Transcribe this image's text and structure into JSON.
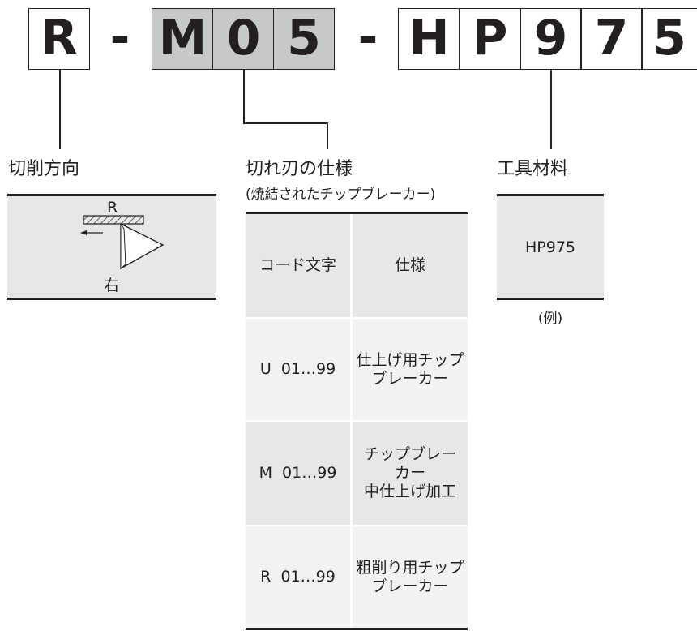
{
  "code": {
    "chars": [
      "R",
      "M",
      "0",
      "5",
      "H",
      "P",
      "9",
      "7",
      "5"
    ],
    "separator": "-"
  },
  "direction": {
    "title": "切削方向",
    "label_top": "R",
    "label_bottom": "右"
  },
  "edge_spec": {
    "title": "切れ刃の仕様",
    "subtitle": "(焼結されたチップブレーカー)",
    "table": {
      "headers": [
        "コード文字",
        "仕様"
      ],
      "rows": [
        {
          "code": "U  01…99",
          "spec": "仕上げ用チップ\nブレーカー"
        },
        {
          "code": "M  01…99",
          "spec": "チップブレー\nカー\n中仕上げ加工"
        },
        {
          "code": "R  01…99",
          "spec": "粗削り用チップ\nブレーカー"
        }
      ]
    }
  },
  "material": {
    "title": "工具材料",
    "value": "HP975",
    "caption": "(例)"
  },
  "colors": {
    "text": "#231f20",
    "shaded_box": "#c7c8c9",
    "panel": "#e6e7e8",
    "row_light": "#f1f2f2"
  }
}
